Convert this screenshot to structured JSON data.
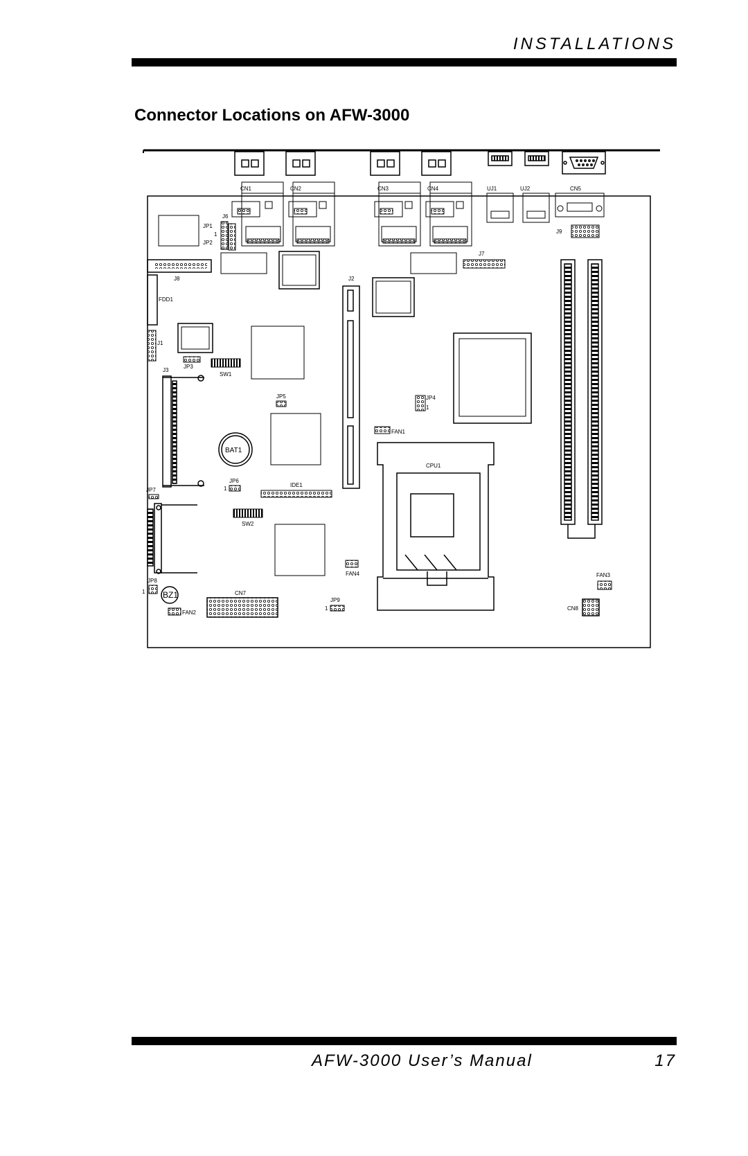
{
  "header": {
    "section": "INSTALLATIONS"
  },
  "title": "Connector Locations on AFW-3000",
  "board": {
    "labels": {
      "cn1": "CN1",
      "cn2": "CN2",
      "cn3": "CN3",
      "cn4": "CN4",
      "uj1": "UJ1",
      "uj2": "UJ2",
      "cn5": "CN5",
      "j6": "J6",
      "jp1": "JP1",
      "jp2": "JP2",
      "jp1_pin": "1",
      "j9": "J9",
      "j7": "J7",
      "j8": "J8",
      "j2": "J2",
      "fdd1": "FDD1",
      "j1": "J1",
      "jp3": "JP3",
      "j3": "J3",
      "sw1": "SW1",
      "jp5": "JP5",
      "jp4": "JP4",
      "jp4_pin": "1",
      "fan1": "FAN1",
      "bat1": "BAT1",
      "cpu1": "CPU1",
      "jp6": "JP6",
      "jp6_pin": "1",
      "ide1": "IDE1",
      "jp7": "JP7",
      "sw2": "SW2",
      "fan4": "FAN4",
      "fan3": "FAN3",
      "jp8": "JP8",
      "jp8_pin": "1",
      "bz1": "BZ1",
      "cn7": "CN7",
      "jp9": "JP9",
      "jp9_pin": "1",
      "cn8": "CN8",
      "fan2": "FAN2"
    }
  },
  "footer": {
    "manual": "AFW-3000 User’s Manual",
    "page": "17"
  }
}
